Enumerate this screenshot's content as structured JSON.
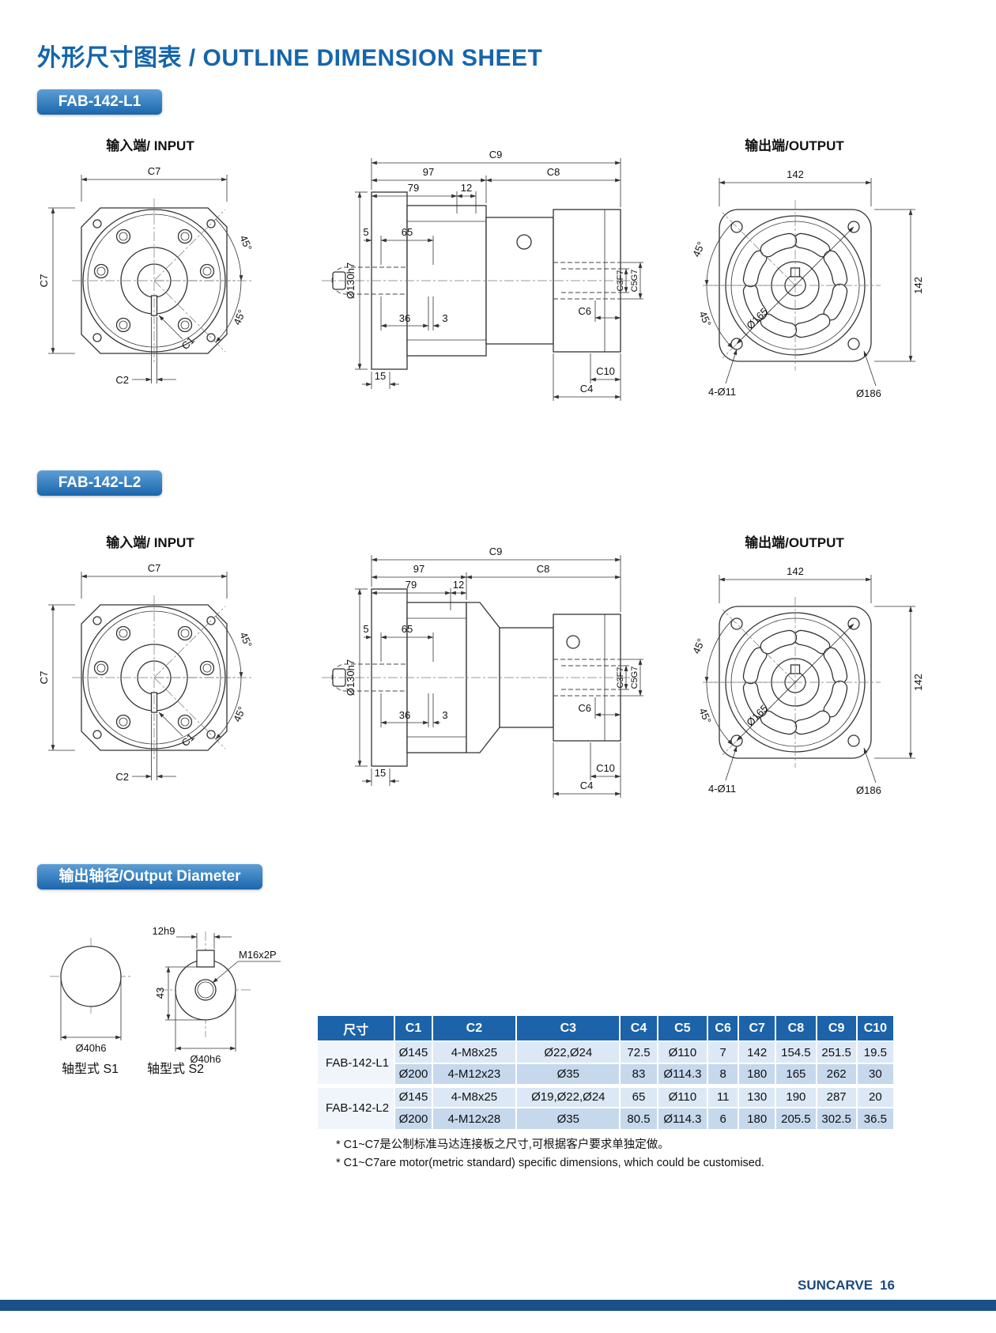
{
  "page": {
    "title": "外形尺寸图表 / OUTLINE DIMENSION SHEET",
    "footer_brand": "SUNCARVE",
    "footer_page": "16"
  },
  "sections": {
    "l1": {
      "badge": "FAB-142-L1",
      "input_label": "输入端/ INPUT",
      "output_label": "输出端/OUTPUT"
    },
    "l2": {
      "badge": "FAB-142-L2",
      "input_label": "输入端/ INPUT",
      "output_label": "输出端/OUTPUT"
    },
    "shaft": {
      "badge": "输出轴径/Output Diameter",
      "s1_label": "轴型式 S1",
      "s2_label": "轴型式 S2"
    }
  },
  "dims": {
    "input": {
      "c7": "C7",
      "c1": "C1",
      "c2": "C2",
      "a45": "45°"
    },
    "side": {
      "c9": "C9",
      "n97": "97",
      "c8": "C8",
      "n79": "79",
      "n12": "12",
      "n5": "5",
      "n65": "65",
      "d130": "Ø130h7",
      "n36": "36",
      "n3": "3",
      "n15": "15",
      "c10": "C10",
      "c4": "C4",
      "c3": "C3F7",
      "c5": "C5G7",
      "c6": "C6"
    },
    "output": {
      "n142": "142",
      "d165": "Ø165",
      "bolt": "4-Ø11",
      "d186": "Ø186",
      "a45": "45°"
    },
    "shaft": {
      "d40": "Ø40h6",
      "n12h9": "12h9",
      "n43": "43",
      "m16": "M16x2P"
    }
  },
  "table": {
    "headers": [
      "尺寸",
      "C1",
      "C2",
      "C3",
      "C4",
      "C5",
      "C6",
      "C7",
      "C8",
      "C9",
      "C10"
    ],
    "groups": [
      {
        "model": "FAB-142-L1",
        "rows": [
          [
            "Ø145",
            "4-M8x25",
            "Ø22,Ø24",
            "72.5",
            "Ø110",
            "7",
            "142",
            "154.5",
            "251.5",
            "19.5"
          ],
          [
            "Ø200",
            "4-M12x23",
            "Ø35",
            "83",
            "Ø114.3",
            "8",
            "180",
            "165",
            "262",
            "30"
          ]
        ]
      },
      {
        "model": "FAB-142-L2",
        "rows": [
          [
            "Ø145",
            "4-M8x25",
            "Ø19,Ø22,Ø24",
            "65",
            "Ø110",
            "11",
            "130",
            "190",
            "287",
            "20"
          ],
          [
            "Ø200",
            "4-M12x28",
            "Ø35",
            "80.5",
            "Ø114.3",
            "6",
            "180",
            "205.5",
            "302.5",
            "36.5"
          ]
        ]
      }
    ],
    "notes": [
      "* C1~C7是公制标准马达连接板之尺寸,可根据客户要求单独定做。",
      "* C1~C7are motor(metric standard)  specific dimensions, which could be customised."
    ]
  }
}
